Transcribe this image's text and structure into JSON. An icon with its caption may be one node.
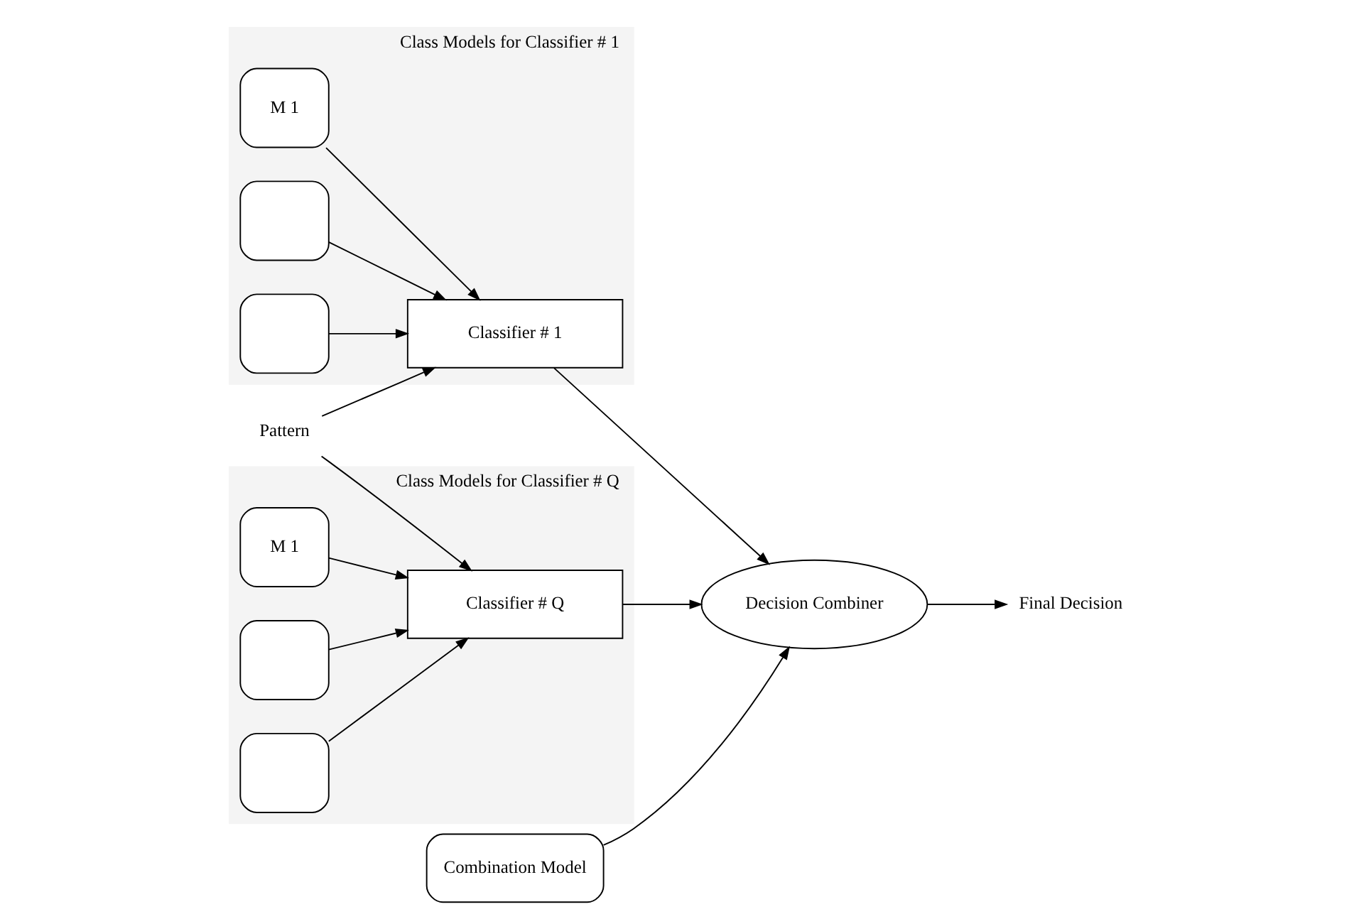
{
  "diagram": {
    "nodes": [
      {
        "text": [
          "Class Models for Classifier # 1"
        ]
      },
      {
        "text": [
          "M 1"
        ],
        "in": 0
      },
      {
        "text": [],
        "shape": "box",
        "in": 0
      },
      {
        "text": [],
        "shape": "box",
        "in": 0
      },
      {
        "text": [
          "Classifier # 1"
        ],
        "in": 0
      },
      {
        "text": [
          "Class Models for Classifier # Q"
        ]
      },
      {
        "text": [
          "M 1"
        ],
        "in": 5
      },
      {
        "text": [],
        "shape": "box",
        "in": 5
      },
      {
        "text": [],
        "shape": "box",
        "in": 5
      },
      {
        "text": [
          "Classifier # Q"
        ],
        "in": 5
      },
      {
        "text": [
          "Pattern"
        ]
      },
      {
        "text": [
          "Combination Model"
        ]
      },
      {
        "text": [
          "Decision Combiner"
        ]
      },
      {
        "text": [
          "Final Decision"
        ]
      }
    ],
    "edges": [
      {
        "from": 1,
        "to": 4,
        "arrow": "to"
      },
      {
        "from": 2,
        "to": 4,
        "arrow": "to"
      },
      {
        "from": 3,
        "to": 4,
        "arrow": "to"
      },
      {
        "from": 6,
        "to": 9,
        "arrow": "to"
      },
      {
        "from": 7,
        "to": 9,
        "arrow": "to"
      },
      {
        "from": 8,
        "to": 9,
        "arrow": "to"
      },
      {
        "from": 10,
        "to": 4,
        "arrow": "to"
      },
      {
        "from": 10,
        "to": 9,
        "arrow": "to"
      },
      {
        "from": 4,
        "to": 12,
        "arrow": "to"
      },
      {
        "from": 9,
        "to": 12,
        "arrow": "to"
      },
      {
        "from": 11,
        "to": 12,
        "arrow": "to"
      },
      {
        "from": 12,
        "to": 13,
        "arrow": "to"
      }
    ]
  }
}
